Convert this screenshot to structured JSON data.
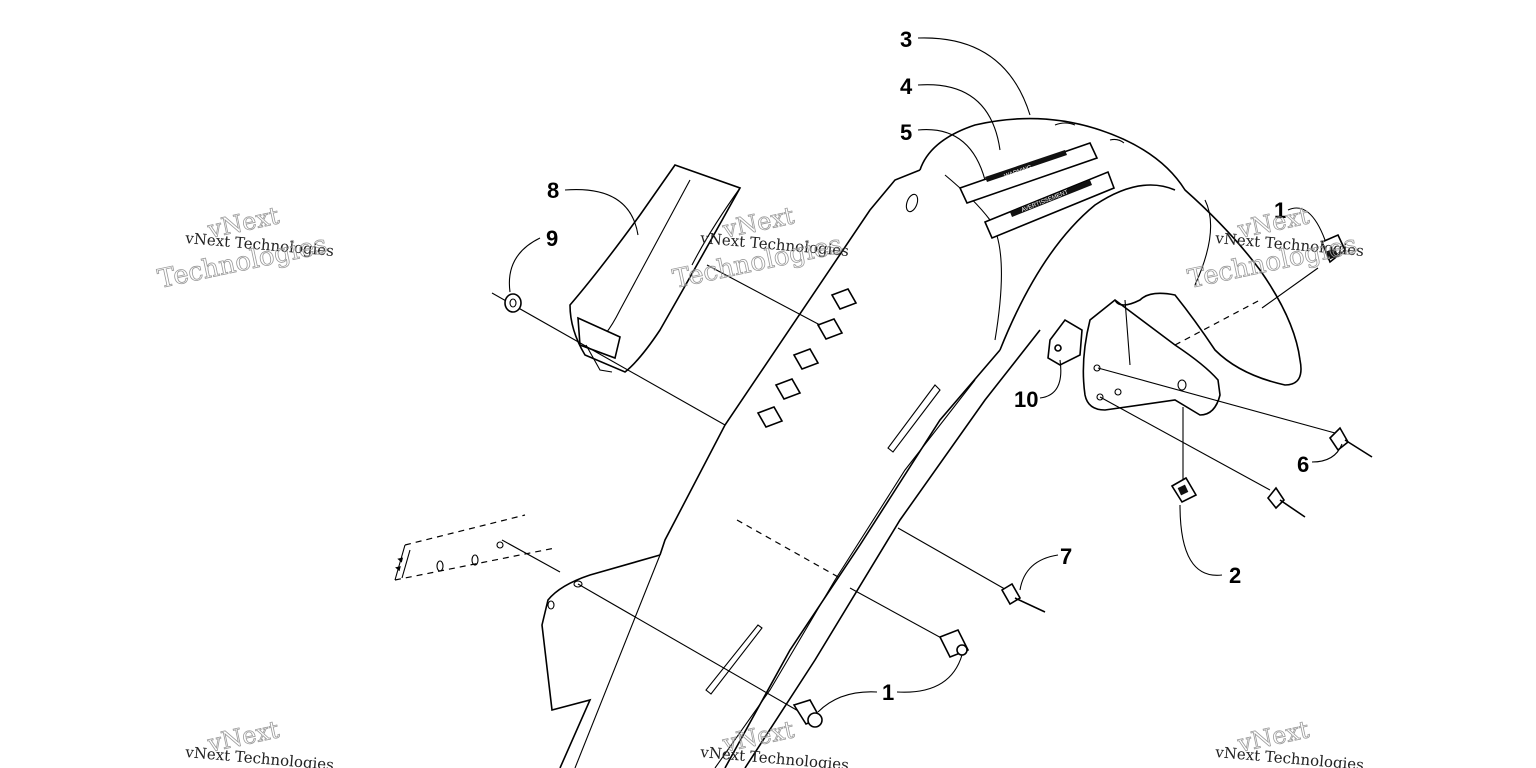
{
  "callouts": {
    "c1_top": "1",
    "c1_bottom": "1",
    "c2": "2",
    "c3": "3",
    "c4": "4",
    "c5": "5",
    "c6": "6",
    "c7": "7",
    "c8": "8",
    "c9": "9",
    "c10": "10"
  },
  "decals": {
    "warning": "WARNING",
    "avertissement": "AVERTISSEMENT"
  },
  "watermark": {
    "brand": "vNext",
    "company": "vNext Technologies",
    "word": "Technologies"
  },
  "colors": {
    "ink": "#000000",
    "paper": "#ffffff",
    "watermark": "#9a9a9a"
  }
}
